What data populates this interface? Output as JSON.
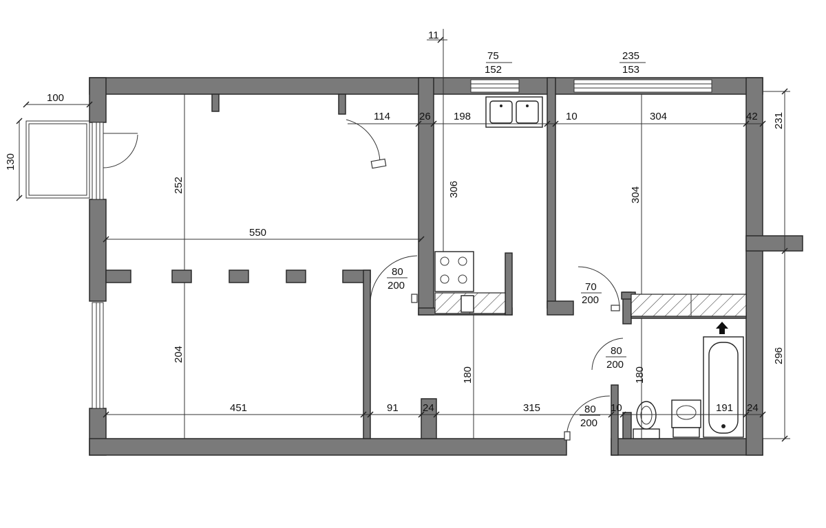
{
  "dimensions": {
    "top_11": "11",
    "window_kitchen_w": "75",
    "window_kitchen_h": "152",
    "window_bed_w": "235",
    "window_bed_h": "153",
    "balcony_w": "100",
    "balcony_h": "130",
    "living_depth_top": "252",
    "living_width": "550",
    "living_depth_bottom": "204",
    "living_width_bottom": "451",
    "span_114": "114",
    "wall_26": "26",
    "kitchen_w": "198",
    "kitchen_depth": "306",
    "wall_10_top": "10",
    "bedroom_w": "304",
    "bedroom_depth": "304",
    "wall_42": "42",
    "right_231": "231",
    "right_296": "296",
    "hall_180": "180",
    "bath_180": "180",
    "span_91": "91",
    "wall_24_mid": "24",
    "hall_315": "315",
    "wall_10_bath": "10",
    "bath_191": "191",
    "wall_24_right": "24"
  },
  "doors": {
    "kitchen_door_w": "80",
    "kitchen_door_h": "200",
    "bedroom_door_w": "70",
    "bedroom_door_h": "200",
    "bath_door_w": "80",
    "bath_door_h": "200",
    "entry_door_w": "80",
    "entry_door_h": "200"
  }
}
